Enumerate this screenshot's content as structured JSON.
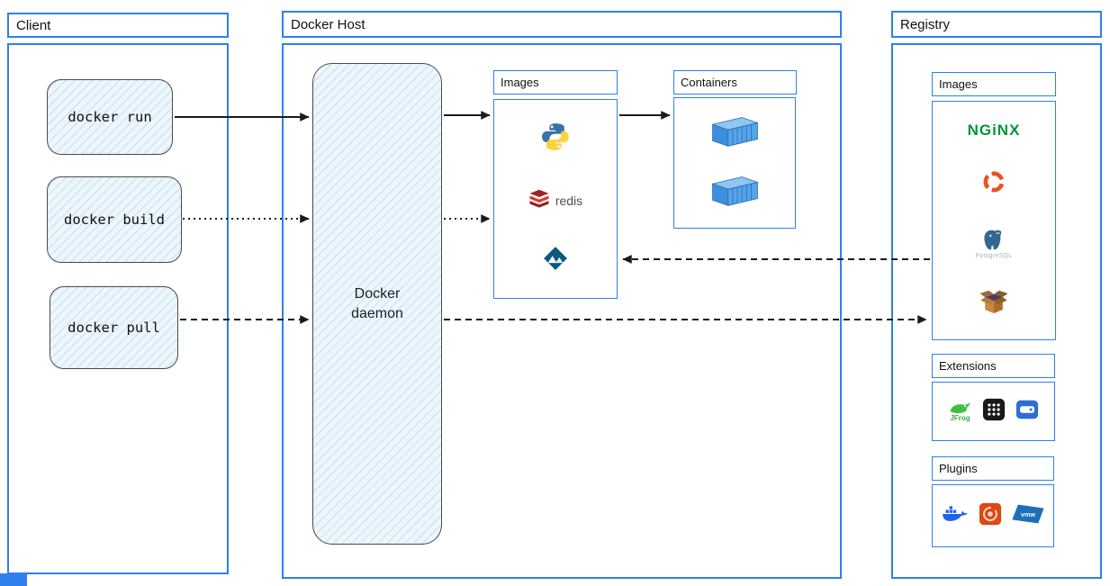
{
  "client": {
    "title": "Client",
    "commands": [
      "docker run",
      "docker build",
      "docker pull"
    ]
  },
  "host": {
    "title": "Docker Host",
    "daemon_label": "Docker daemon",
    "images_panel": {
      "title": "Images",
      "icons": [
        "python-icon",
        "redis-icon",
        "alpine-icon"
      ],
      "redis_label": "redis"
    },
    "containers_panel": {
      "title": "Containers",
      "icons": [
        "container-icon",
        "container-icon"
      ]
    }
  },
  "registry": {
    "title": "Registry",
    "images_panel": {
      "title": "Images",
      "icons": [
        "nginx-logo",
        "ubuntu-icon",
        "postgresql-logo",
        "package-box-icon"
      ],
      "nginx_label": "NGiNX",
      "postgresql_label": "PostgreSQL"
    },
    "extensions_panel": {
      "title": "Extensions",
      "icons": [
        "jfrog-icon",
        "app-grid-icon",
        "disk-drive-icon"
      ],
      "jfrog_label": "JFrog"
    },
    "plugins_panel": {
      "title": "Plugins",
      "icons": [
        "docker-whale-icon",
        "orange-plugin-icon",
        "vmware-icon"
      ],
      "vmware_label": "vmw"
    }
  },
  "edges": [
    {
      "from": "docker run",
      "to": "Docker daemon",
      "style": "solid"
    },
    {
      "from": "docker build",
      "to": "Docker daemon",
      "style": "dotted"
    },
    {
      "from": "docker pull",
      "to": "Docker daemon",
      "style": "dashed"
    },
    {
      "from": "Docker daemon",
      "to": "Images",
      "style": "solid"
    },
    {
      "from": "Docker daemon",
      "to": "Images",
      "style": "dotted"
    },
    {
      "from": "Images",
      "to": "Containers",
      "style": "solid"
    },
    {
      "from": "Registry",
      "to": "Images",
      "style": "dashed"
    },
    {
      "from": "Docker daemon",
      "to": "Registry",
      "style": "dashed"
    }
  ],
  "colors": {
    "frame_blue": "#2f80ed",
    "arrow_black": "#1a1a1a",
    "sketch_fill": "#ecf6fc",
    "sketch_border": "#4a4a4a",
    "nginx_green": "#009639",
    "ubuntu_orange": "#e95420",
    "redis_red": "#dc382d",
    "python_blue": "#3873a7",
    "python_yellow": "#ffd040",
    "alpine_teal": "#0d597f",
    "docker_blue": "#1d63ed"
  }
}
